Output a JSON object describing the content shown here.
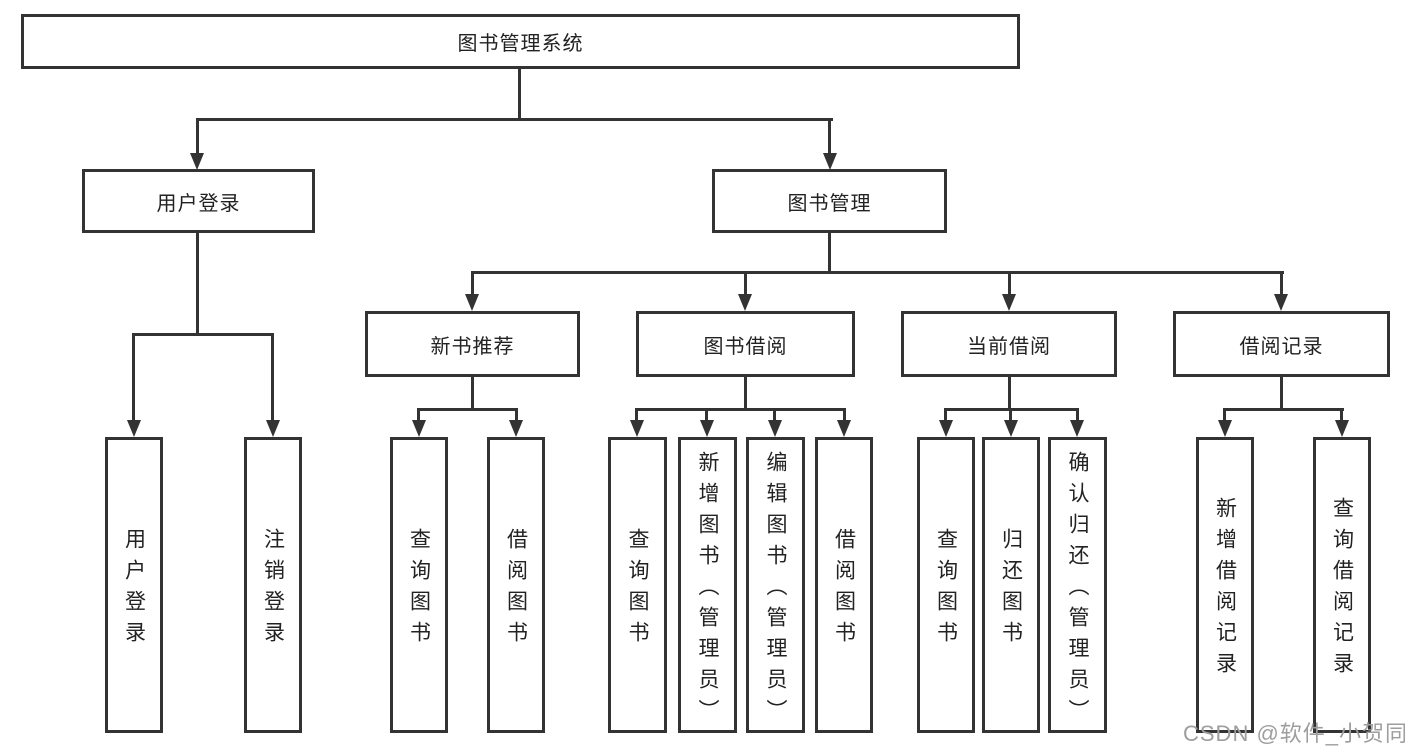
{
  "diagram_type": "hierarchy-tree",
  "colors": {
    "background": "#ffffff",
    "line": "#333333",
    "text": "#222222",
    "watermark": "#9e9e9e"
  },
  "icons": {
    "arrowhead_down": "css-triangle-down"
  },
  "tree": {
    "root": {
      "label": "图书管理系统",
      "children": [
        {
          "label": "用户登录",
          "children": [
            {
              "label": "用户登录"
            },
            {
              "label": "注销登录"
            }
          ]
        },
        {
          "label": "图书管理",
          "children": [
            {
              "label": "新书推荐",
              "children": [
                {
                  "label": "查询图书"
                },
                {
                  "label": "借阅图书"
                }
              ]
            },
            {
              "label": "图书借阅",
              "children": [
                {
                  "label": "查询图书"
                },
                {
                  "label": "新增图书（管理员）"
                },
                {
                  "label": "编辑图书（管理员）"
                },
                {
                  "label": "借阅图书"
                }
              ]
            },
            {
              "label": "当前借阅",
              "children": [
                {
                  "label": "查询图书"
                },
                {
                  "label": "归还图书"
                },
                {
                  "label": "确认归还（管理员）"
                }
              ]
            },
            {
              "label": "借阅记录",
              "children": [
                {
                  "label": "新增借阅记录"
                },
                {
                  "label": "查询借阅记录"
                }
              ]
            }
          ]
        }
      ]
    }
  },
  "watermark": {
    "text": "CSDN @软件_小贺同学"
  }
}
